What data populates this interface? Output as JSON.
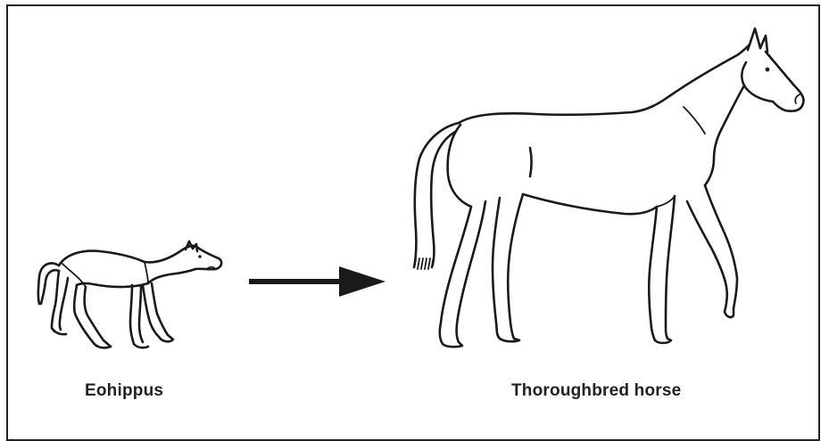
{
  "labels": {
    "ancestor": "Eohippus",
    "modern": "Thoroughbred horse"
  },
  "colors": {
    "line": "#1a1a1a",
    "frame": "#222222",
    "background": "#ffffff"
  },
  "icons": {
    "ancestor": "eohippus-drawing",
    "modern": "thoroughbred-horse-drawing",
    "connector": "right-arrow"
  }
}
